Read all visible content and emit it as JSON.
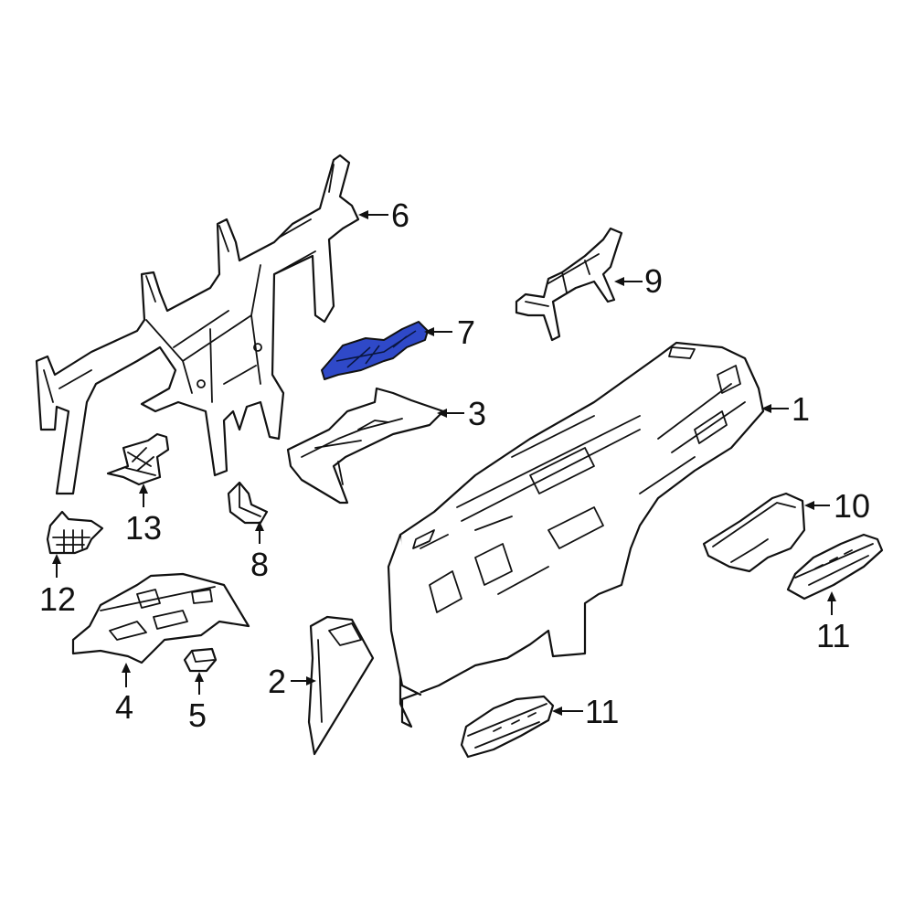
{
  "diagram": {
    "highlight_color": "#2f49c8",
    "callouts": [
      {
        "id": "c1",
        "label": "1"
      },
      {
        "id": "c2",
        "label": "2"
      },
      {
        "id": "c3",
        "label": "3"
      },
      {
        "id": "c4",
        "label": "4"
      },
      {
        "id": "c5",
        "label": "5"
      },
      {
        "id": "c6",
        "label": "6"
      },
      {
        "id": "c7",
        "label": "7"
      },
      {
        "id": "c8",
        "label": "8"
      },
      {
        "id": "c9",
        "label": "9"
      },
      {
        "id": "c10",
        "label": "10"
      },
      {
        "id": "c11a",
        "label": "11"
      },
      {
        "id": "c11b",
        "label": "11"
      },
      {
        "id": "c12",
        "label": "12"
      },
      {
        "id": "c13",
        "label": "13"
      }
    ]
  }
}
